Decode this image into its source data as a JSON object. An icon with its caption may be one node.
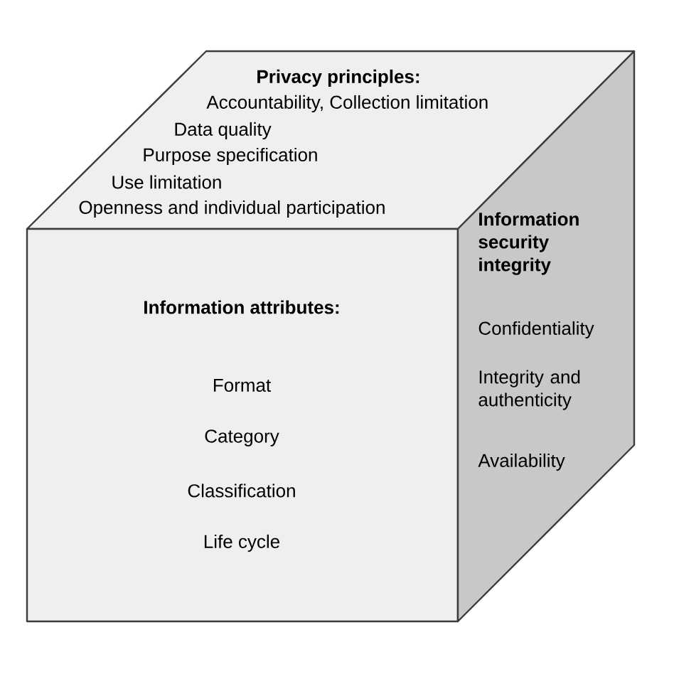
{
  "diagram": {
    "nodes": [
      {
        "text": [
          "**Privacy principles:**",
          "Accountability, Collection limitation",
          "Data quality",
          "Purpose specification",
          "Use limitation",
          "Openness and individual participation"
        ]
      },
      {
        "text": [
          "**Information attributes:**",
          "Format",
          "Category",
          "Classification",
          "Life cycle"
        ]
      },
      {
        "text": [
          "**Information security integrity**",
          "Confidentiality",
          "Integrity and authenticity",
          "Availability"
        ]
      }
    ]
  }
}
